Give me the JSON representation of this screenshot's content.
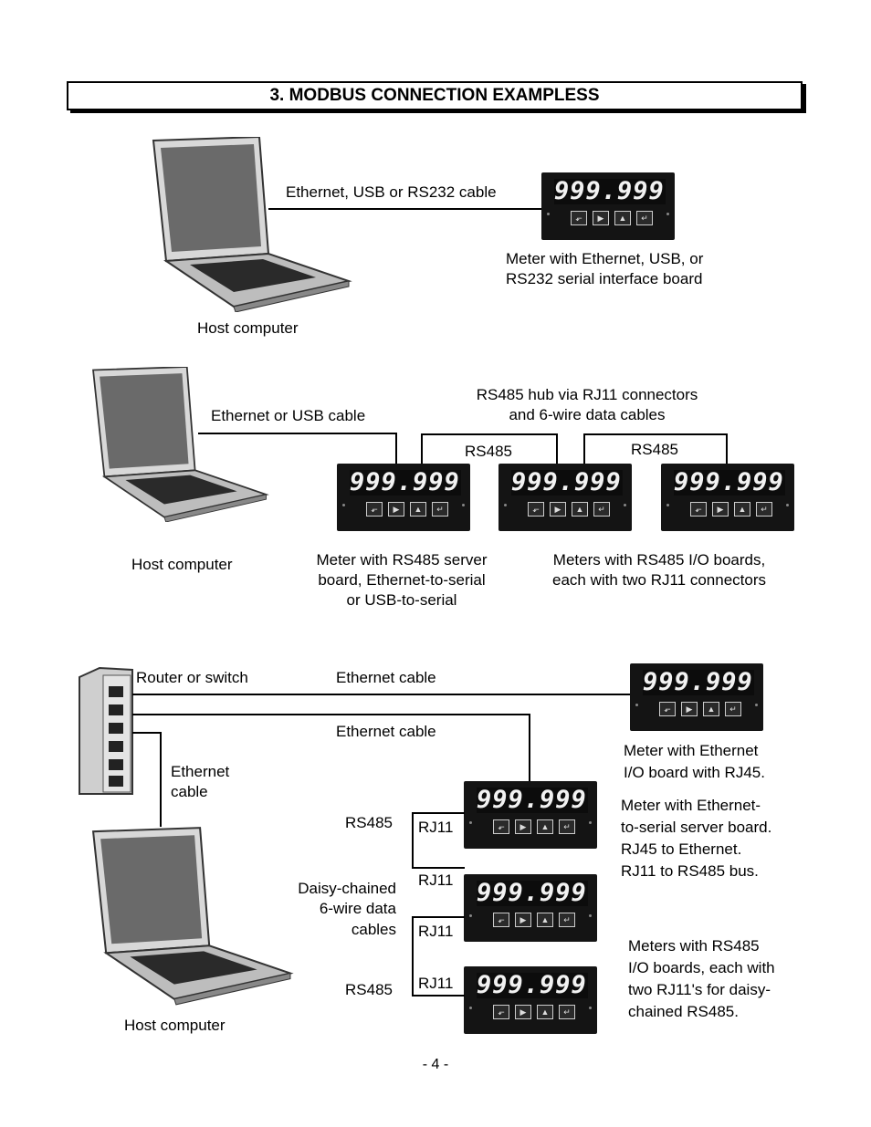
{
  "title": "3.  MODBUS CONNECTION EXAMPLESS",
  "display_value": "999.999",
  "button_icons": [
    "enter-back-icon",
    "play-icon",
    "up-arrow-icon",
    "return-icon"
  ],
  "sections": {
    "s1": {
      "host_label": "Host computer",
      "cable_label": "Ethernet, USB or RS232 cable",
      "meter_label_1": "Meter with Ethernet, USB, or",
      "meter_label_2": "RS232 serial interface board"
    },
    "s2": {
      "host_label": "Host computer",
      "cable_label": "Ethernet or USB cable",
      "hub_label_1": "RS485 hub via RJ11 connectors",
      "hub_label_2": "and 6-wire data cables",
      "rs485_a": "RS485",
      "rs485_b": "RS485",
      "meter1_label_1": "Meter with RS485 server",
      "meter1_label_2": "board, Ethernet-to-serial",
      "meter1_label_3": "or USB-to-serial",
      "meters_label_1": "Meters with RS485 I/O boards,",
      "meters_label_2": "each with two RJ11 connectors"
    },
    "s3": {
      "router_label": "Router or switch",
      "eth_cable_1": "Ethernet cable",
      "eth_cable_2": "Ethernet cable",
      "eth_cable_3_l1": "Ethernet",
      "eth_cable_3_l2": "cable",
      "host_label": "Host computer",
      "rs485_top": "RS485",
      "rs485_bottom": "RS485",
      "daisy_1": "Daisy-chained",
      "daisy_2": "6-wire data",
      "daisy_3": "cables",
      "rj11_1": "RJ11",
      "rj11_2": "RJ11",
      "rj11_3": "RJ11",
      "rj11_4": "RJ11",
      "meter_eth_1": "Meter with Ethernet",
      "meter_eth_2": "I/O board with RJ45.",
      "meter_serv_1": "Meter with Ethernet-",
      "meter_serv_2": "to-serial server board.",
      "meter_serv_3": "RJ45 to Ethernet.",
      "meter_serv_4": "RJ11 to RS485 bus.",
      "meters_rs_1": "Meters with RS485",
      "meters_rs_2": "I/O boards, each with",
      "meters_rs_3": "two RJ11's for daisy-",
      "meters_rs_4": "chained RS485."
    }
  },
  "page_number": "- 4 -"
}
